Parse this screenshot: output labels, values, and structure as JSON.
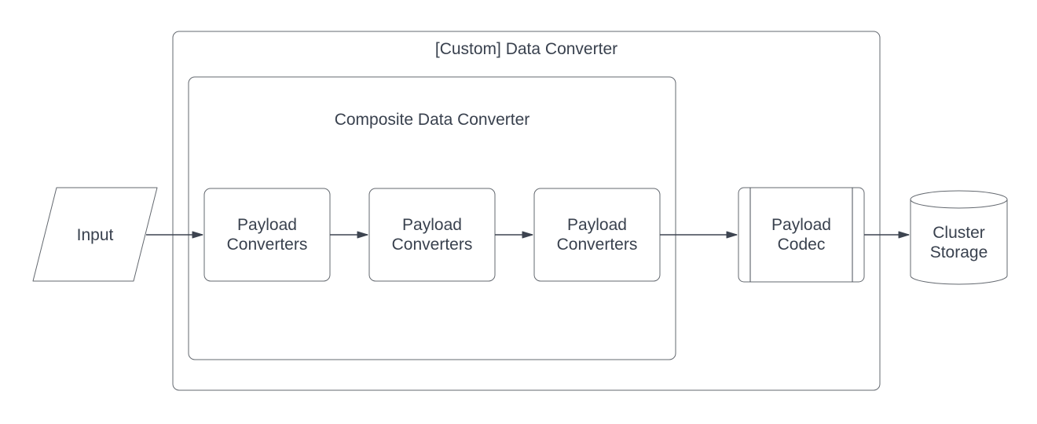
{
  "diagram": {
    "containers": [
      {
        "id": "custom-data-converter",
        "label": "[Custom] Data Converter"
      },
      {
        "id": "composite-data-converter",
        "label": "Composite Data Converter"
      }
    ],
    "nodes": [
      {
        "id": "input",
        "label": "Input",
        "shape": "parallelogram"
      },
      {
        "id": "payload-converters-1",
        "label": "Payload Converters",
        "shape": "rounded-rectangle"
      },
      {
        "id": "payload-converters-2",
        "label": "Payload Converters",
        "shape": "rounded-rectangle"
      },
      {
        "id": "payload-converters-3",
        "label": "Payload Converters",
        "shape": "rounded-rectangle"
      },
      {
        "id": "payload-codec",
        "label": "Payload Codec",
        "shape": "predefined-process"
      },
      {
        "id": "cluster-storage",
        "label": "Cluster Storage",
        "shape": "cylinder"
      }
    ],
    "edges": [
      {
        "from": "input",
        "to": "payload-converters-1"
      },
      {
        "from": "payload-converters-1",
        "to": "payload-converters-2"
      },
      {
        "from": "payload-converters-2",
        "to": "payload-converters-3"
      },
      {
        "from": "payload-converters-3",
        "to": "payload-codec"
      },
      {
        "from": "payload-codec",
        "to": "cluster-storage"
      }
    ],
    "colors": {
      "background": "#ffffff",
      "shape_stroke": "#63686f",
      "arrow": "#3d4450",
      "text": "#39414e"
    }
  }
}
